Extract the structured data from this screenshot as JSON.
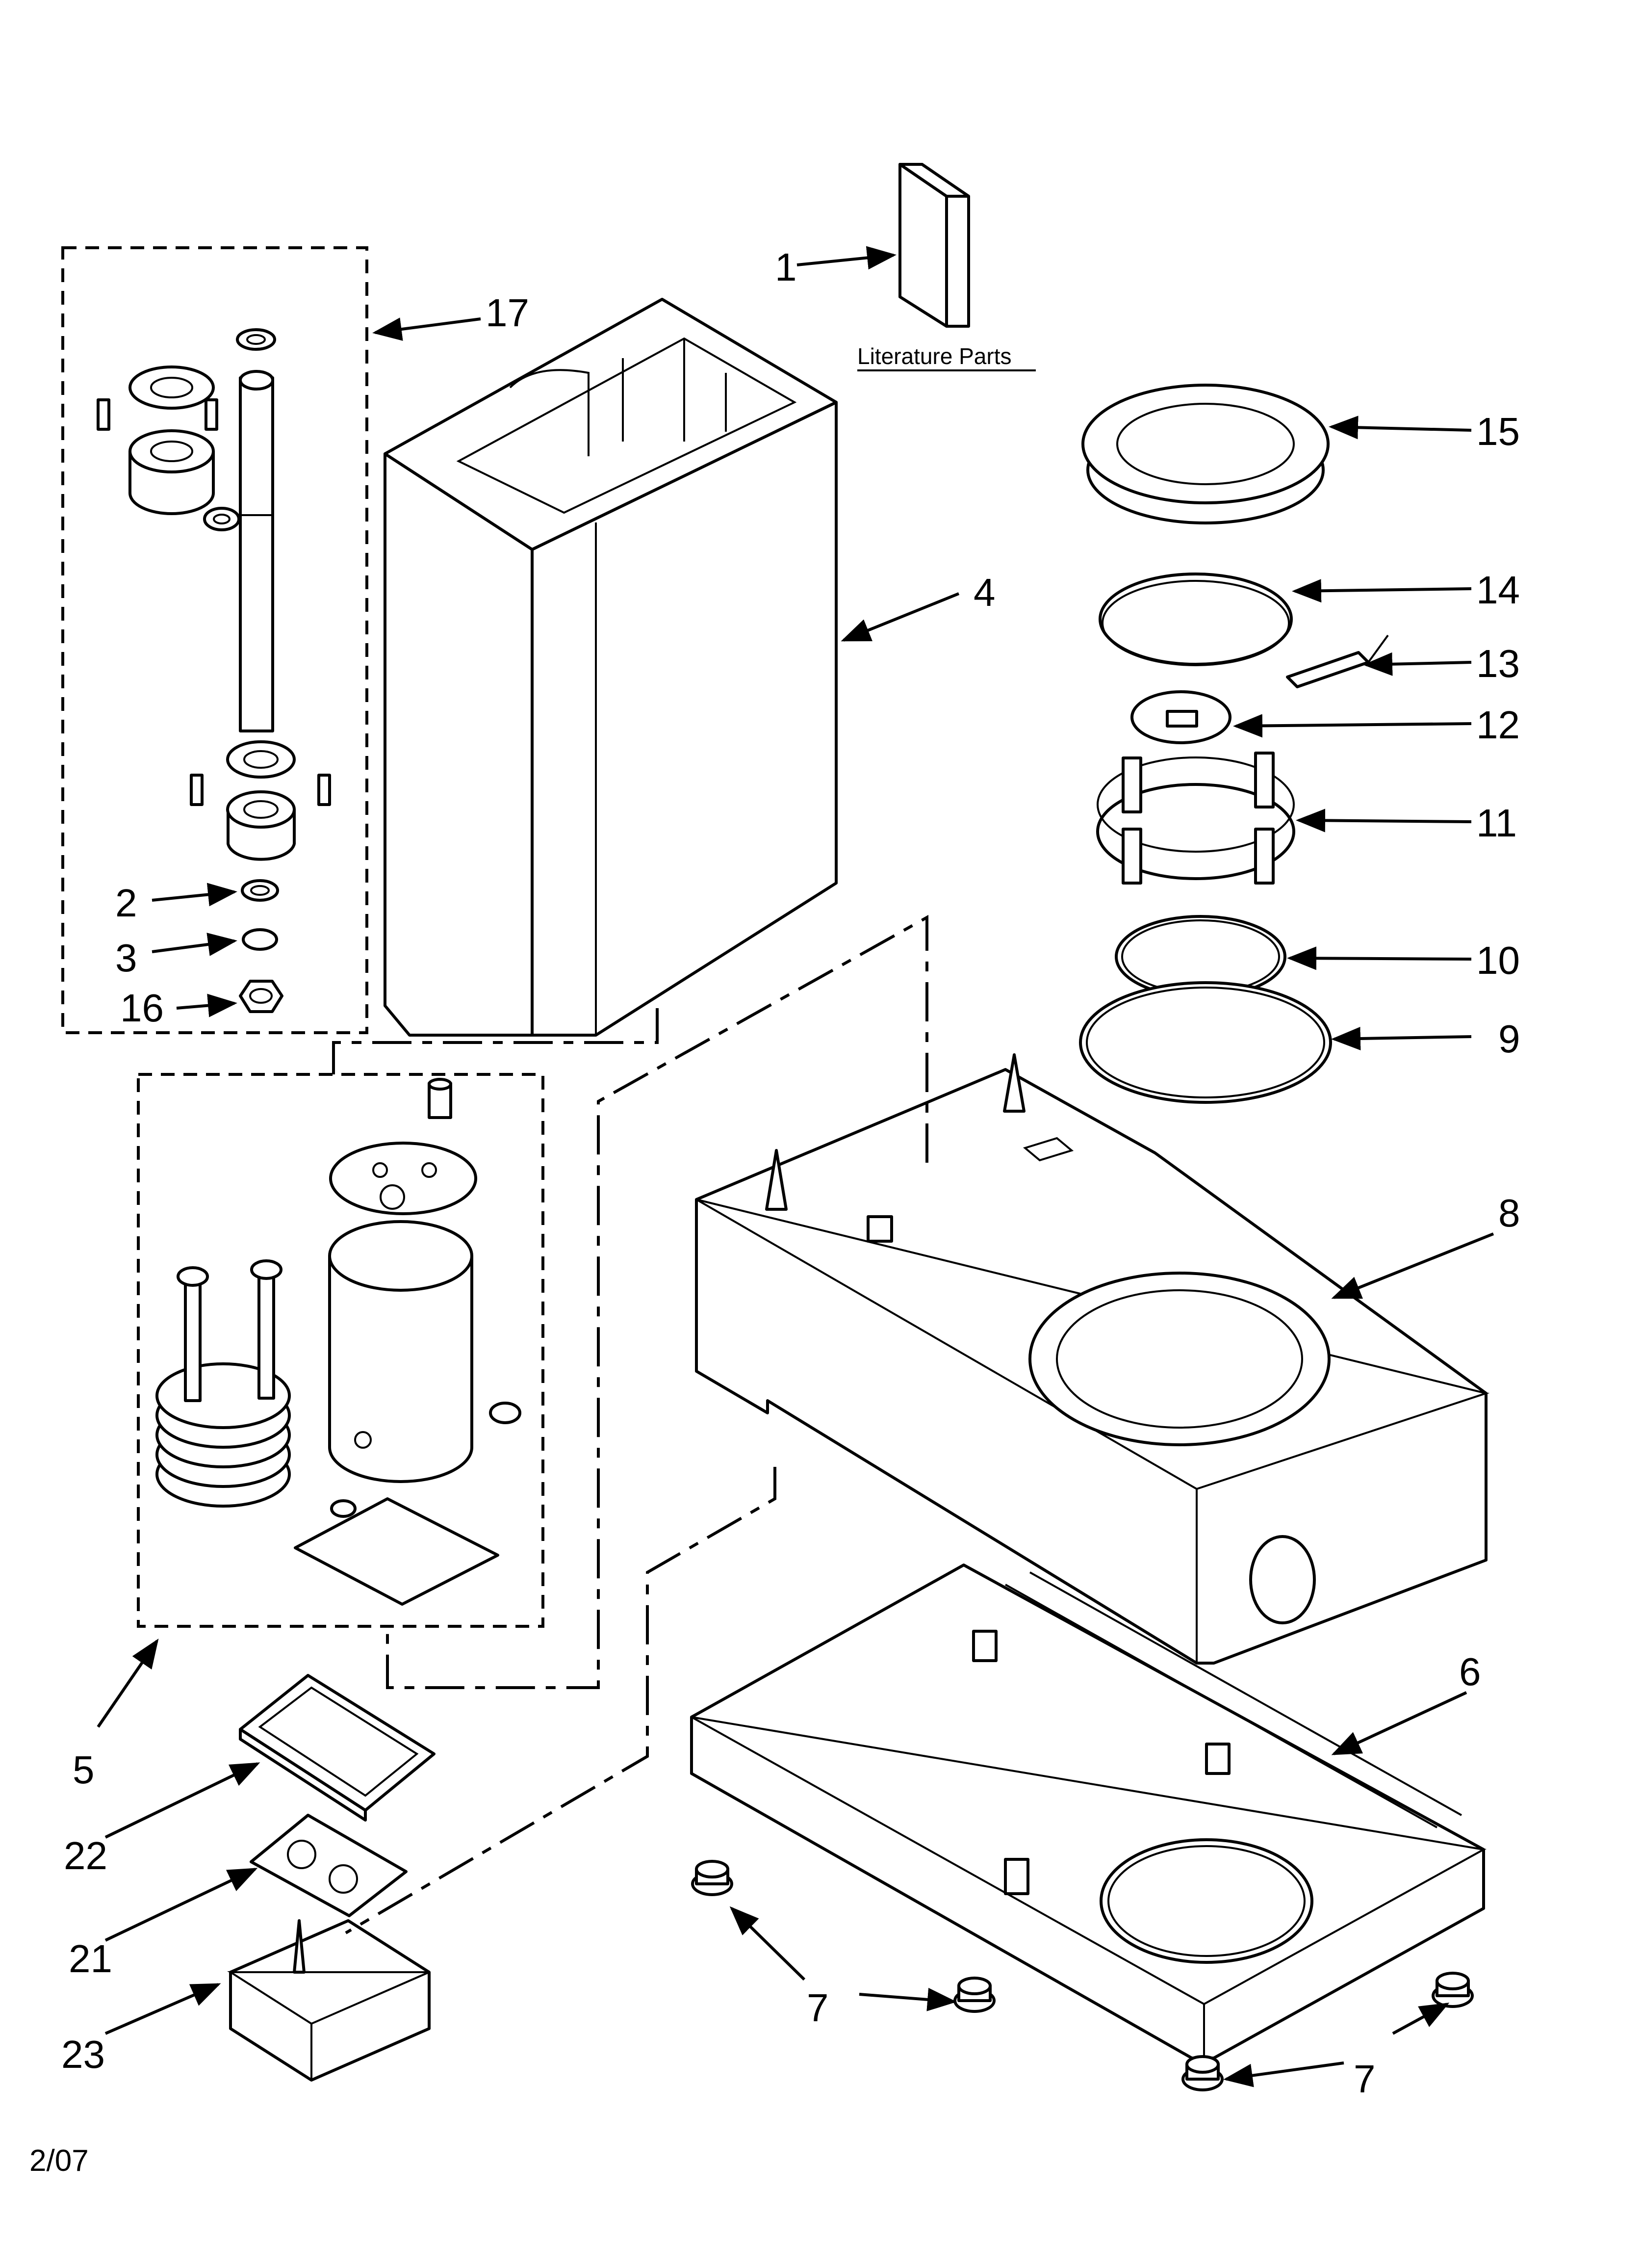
{
  "callouts": [
    {
      "id": "1",
      "label": "1"
    },
    {
      "id": "2",
      "label": "2"
    },
    {
      "id": "3",
      "label": "3"
    },
    {
      "id": "4",
      "label": "4"
    },
    {
      "id": "5",
      "label": "5"
    },
    {
      "id": "6",
      "label": "6"
    },
    {
      "id": "7a",
      "label": "7"
    },
    {
      "id": "7b",
      "label": "7"
    },
    {
      "id": "8",
      "label": "8"
    },
    {
      "id": "9",
      "label": "9"
    },
    {
      "id": "10",
      "label": "10"
    },
    {
      "id": "11",
      "label": "11"
    },
    {
      "id": "12",
      "label": "12"
    },
    {
      "id": "13",
      "label": "13"
    },
    {
      "id": "14",
      "label": "14"
    },
    {
      "id": "15",
      "label": "15"
    },
    {
      "id": "16",
      "label": "16"
    },
    {
      "id": "17",
      "label": "17"
    },
    {
      "id": "21",
      "label": "21"
    },
    {
      "id": "22",
      "label": "22"
    },
    {
      "id": "23",
      "label": "23"
    }
  ],
  "literature_label": "Literature Parts",
  "date_code": "2/07"
}
